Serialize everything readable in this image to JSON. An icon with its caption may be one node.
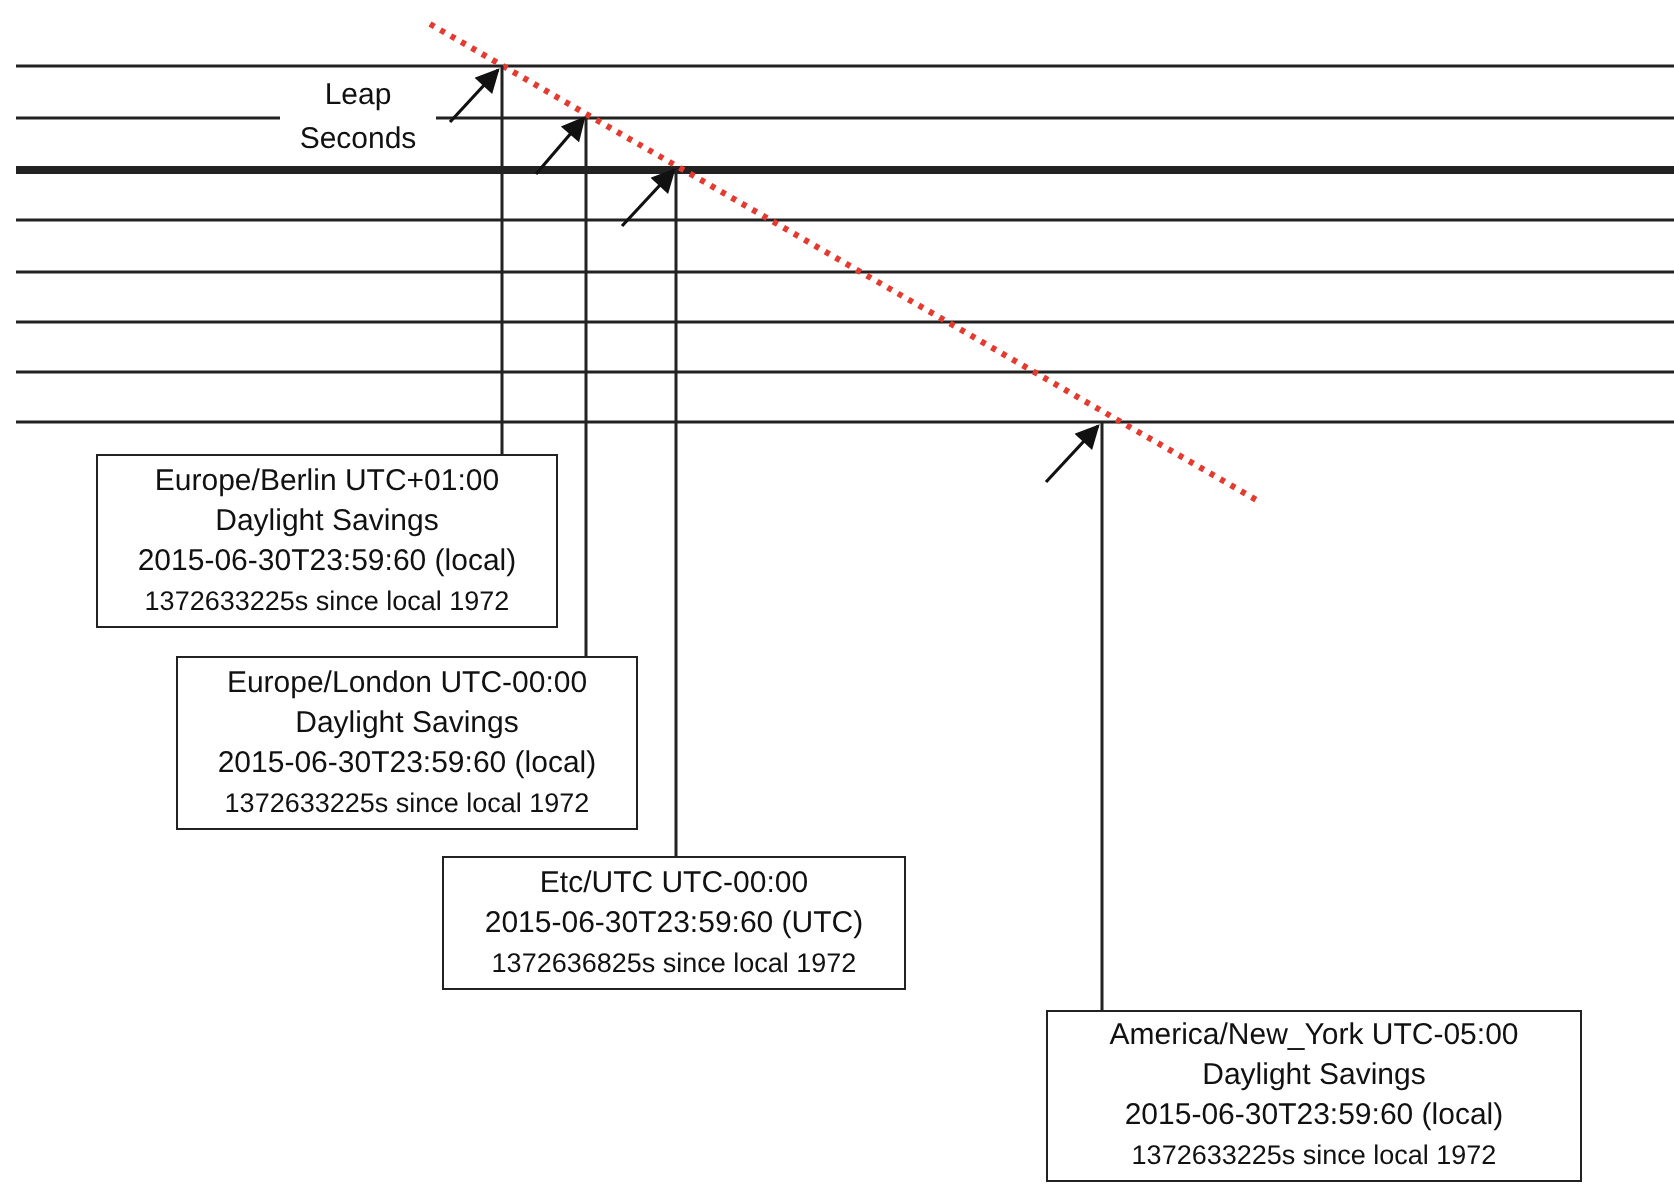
{
  "diagram": {
    "nodes": [
      {
        "text": [
          "Europe/Berlin UTC+01:00",
          "Daylight Savings",
          "2015-06-30T23:59:60 (local)",
          "1372633225s since local 1972"
        ]
      },
      {
        "text": [
          "Europe/London UTC-00:00",
          "Daylight Savings",
          "2015-06-30T23:59:60 (local)",
          "1372633225s since local 1972"
        ]
      },
      {
        "text": [
          "Etc/UTC UTC-00:00",
          "2015-06-30T23:59:60 (UTC)",
          "1372636825s since local 1972"
        ]
      },
      {
        "text": [
          "America/New_York UTC-05:00",
          "Daylight Savings",
          "2015-06-30T23:59:60 (local)",
          "1372633225s since local 1972"
        ]
      }
    ],
    "edges": [
      {
        "from": 0,
        "to": null,
        "arrow": "none"
      },
      {
        "from": 1,
        "to": null,
        "arrow": "none"
      },
      {
        "from": 2,
        "to": null,
        "arrow": "none"
      },
      {
        "from": 3,
        "to": null,
        "arrow": "none"
      }
    ],
    "labels": [
      "Leap Seconds"
    ]
  }
}
